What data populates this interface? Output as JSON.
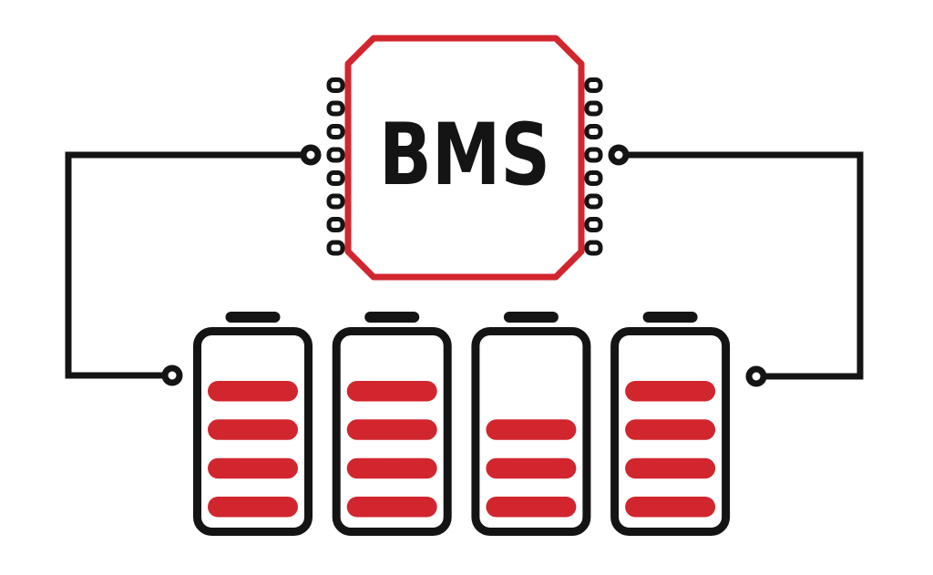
{
  "diagram": {
    "type": "schematic",
    "chip": {
      "label": "BMS",
      "pins_per_side": 8
    },
    "batteries": [
      {
        "id": "battery-1",
        "bars_filled": 4,
        "bars_total": 4
      },
      {
        "id": "battery-2",
        "bars_filled": 4,
        "bars_total": 4
      },
      {
        "id": "battery-3",
        "bars_filled": 3,
        "bars_total": 4
      },
      {
        "id": "battery-4",
        "bars_filled": 4,
        "bars_total": 4
      }
    ],
    "colors": {
      "accent_red": "#d2262f",
      "line_black": "#141414",
      "background": "#ffffff"
    }
  }
}
